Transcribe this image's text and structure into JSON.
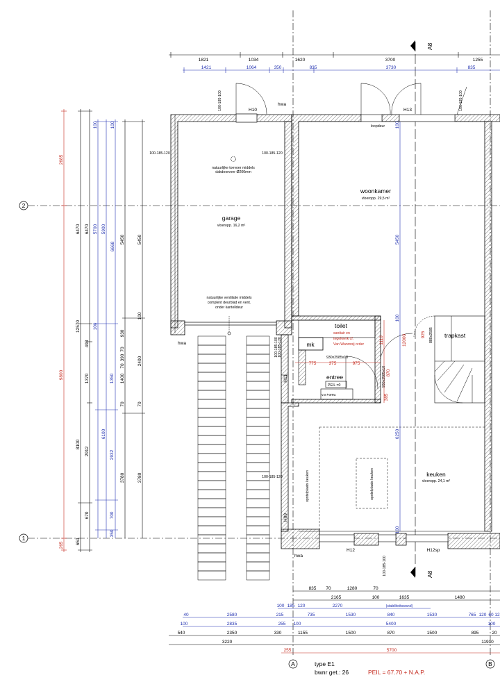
{
  "section_marker": "A8",
  "grid_row_labels": [
    "1",
    "2"
  ],
  "grid_col_labels": [
    "A",
    "B"
  ],
  "top_dims": {
    "row1": [
      "1821",
      "1034",
      "1620",
      "3700",
      "1255"
    ],
    "row2": [
      "1421",
      "1064",
      "350",
      "835",
      "3730",
      "835"
    ]
  },
  "bottom_dims": {
    "row1": [
      "835",
      "70",
      "1280",
      "70"
    ],
    "row2": [
      "2165",
      "100",
      "1635",
      "1480"
    ],
    "row3": [
      "100",
      "185",
      "120",
      "2270",
      "(stabiliteitswand)"
    ],
    "row4": [
      "40",
      "2580",
      "215",
      "735",
      "1530",
      "840",
      "1530",
      "765",
      "120",
      "60",
      "12"
    ],
    "row5": [
      "100",
      "2835",
      "255",
      "100",
      "5400",
      "100"
    ],
    "row6": [
      "540",
      "2350",
      "330",
      "1155",
      "1500",
      "870",
      "1500",
      "895",
      "20"
    ],
    "row7": [
      "3220",
      "11910"
    ],
    "row8_red": [
      "255",
      "5700"
    ]
  },
  "left_dims": {
    "red": [
      "2685",
      "9800",
      "265"
    ],
    "col1": [
      "6470",
      "12570",
      "8100",
      "650"
    ],
    "col2": [
      "6470",
      "498",
      "1370",
      "2912",
      "670"
    ],
    "col3_blue": [
      "5700",
      "100",
      "1350",
      "6100",
      "350"
    ],
    "col4_blue": [
      "5900",
      "100",
      "2932",
      "700"
    ],
    "col5_blue": [
      "6668",
      "100"
    ],
    "col6": [
      "5450",
      "930",
      "70",
      "390",
      "70",
      "1400",
      "70",
      "3780"
    ],
    "col7": [
      "5450",
      "100",
      "2400",
      "70",
      "3780"
    ]
  },
  "interior_dims": {
    "wk_blue": [
      "100",
      "5450",
      "100",
      "6250",
      "100"
    ],
    "toilet_red": [
      "1110",
      "12000",
      "925"
    ],
    "hall_red": [
      "775",
      "375",
      "975"
    ],
    "hall_misc": [
      "870",
      "385"
    ]
  },
  "rooms": {
    "garage": {
      "name": "garage",
      "area": "vloeropp. 16,2 m²"
    },
    "woonkamer": {
      "name": "woonkamer",
      "area": "vloeropp. 29,5 m²"
    },
    "keuken": {
      "name": "keuken",
      "area": "vloeropp. 24,1 m²"
    },
    "toilet": {
      "name": "toilet",
      "note": [
        "sanitair en",
        "tegelwerk cf.",
        "Van Wanrooij order"
      ]
    },
    "mk": {
      "name": "mk"
    },
    "entree": {
      "name": "entree",
      "peil": "PEIL =0"
    },
    "trapkast": {
      "name": "trapkast"
    }
  },
  "annotations": {
    "garage_top": [
      "natuurlijke toevoer middels",
      "dakdoorvoer Ø200mm"
    ],
    "garage_bottom": [
      "natuurlijke ventilatie middels",
      "complent deurblad en vent.",
      "onder kantelldeur"
    ],
    "loopdeur": "loopdeur",
    "vv_kast": "v.v.+omv.",
    "opstel_1": "opstelplaats keuken",
    "opstel_2": "opstelplaats keuken",
    "hwa": "hwa",
    "frames": [
      "H10",
      "H13",
      "H11",
      "H09",
      "H12",
      "H12sp"
    ],
    "wall_codes": [
      "100-185-100",
      "100-185-120",
      "100-185-120",
      "100-185-120",
      "100-185-100",
      "100-185-120",
      "100-185-100",
      "100-185-100"
    ],
    "toilet_frame": "930x2585x10",
    "hall_frame": "930x2585x10",
    "trap_frame": "880x2585"
  },
  "legend": {
    "type": "type E1",
    "bwnr": "bwnr get.: 26",
    "peil": "PEIL = 67.70 + N.A.P."
  }
}
